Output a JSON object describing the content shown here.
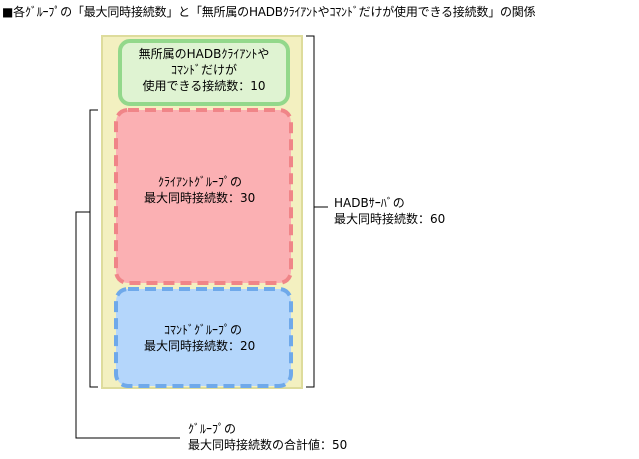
{
  "caption": "■各ｸﾞﾙｰﾌﾟの「最大同時接続数」と「無所属のHADBｸﾗｲｱﾝﾄやｺﾏﾝﾄﾞだけが使用できる接続数」の関係",
  "boxes": {
    "unaffiliated": {
      "line1": "無所属のHADBｸﾗｲｱﾝﾄや",
      "line2": "ｺﾏﾝﾄﾞだけが",
      "line3": "使用できる接続数：10"
    },
    "client_group": {
      "line1": "ｸﾗｲｱﾝﾄｸﾞﾙｰﾌﾟの",
      "line2": "最大同時接続数：30"
    },
    "command_group": {
      "line1": "ｺﾏﾝﾄﾞｸﾞﾙｰﾌﾟの",
      "line2": "最大同時接続数：20"
    }
  },
  "labels": {
    "server_total": {
      "line1": "HADBｻｰﾊﾞの",
      "line2": "最大同時接続数：60"
    },
    "group_total": {
      "line1": "ｸﾞﾙｰﾌﾟの",
      "line2": "最大同時接続数の合計値：50"
    }
  },
  "colors": {
    "outer_fill": "#f3f0c0",
    "outer_stroke": "#dedc9c",
    "green_fill": "#dff3d2",
    "green_stroke": "#93d88b",
    "red_fill": "#fbb0b3",
    "red_stroke": "#f08588",
    "blue_fill": "#b4d6fb",
    "blue_stroke": "#6fa9ea",
    "bracket": "#000000"
  }
}
